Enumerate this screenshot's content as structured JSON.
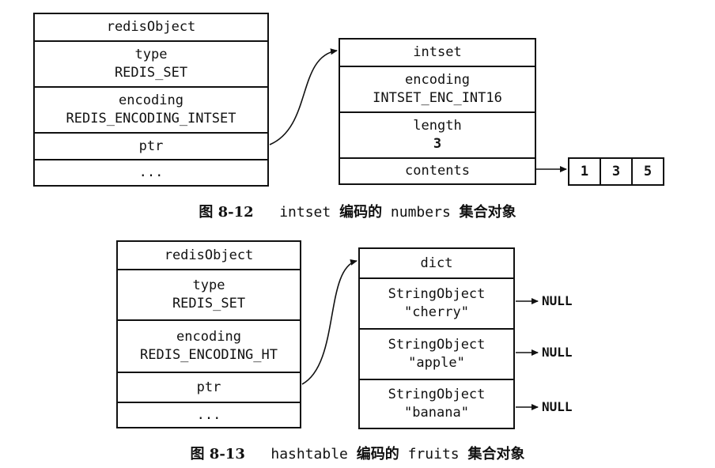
{
  "figure1": {
    "redis_object": {
      "header": "redisObject",
      "type_label": "type",
      "type_value": "REDIS_SET",
      "encoding_label": "encoding",
      "encoding_value": "REDIS_ENCODING_INTSET",
      "ptr": "ptr",
      "more": "..."
    },
    "intset": {
      "header": "intset",
      "encoding_label": "encoding",
      "encoding_value": "INTSET_ENC_INT16",
      "length_label": "length",
      "length_value": "3",
      "contents": "contents"
    },
    "contents_values": [
      "1",
      "3",
      "5"
    ],
    "caption": {
      "number": "图 8-12",
      "code": "intset",
      "mid": "编码的",
      "name": "numbers",
      "tail": "集合对象"
    }
  },
  "figure2": {
    "redis_object": {
      "header": "redisObject",
      "type_label": "type",
      "type_value": "REDIS_SET",
      "encoding_label": "encoding",
      "encoding_value": "REDIS_ENCODING_HT",
      "ptr": "ptr",
      "more": "..."
    },
    "dict": {
      "header": "dict",
      "entries": [
        {
          "label": "StringObject",
          "value": "\"cherry\"",
          "points_to": "NULL"
        },
        {
          "label": "StringObject",
          "value": "\"apple\"",
          "points_to": "NULL"
        },
        {
          "label": "StringObject",
          "value": "\"banana\"",
          "points_to": "NULL"
        }
      ]
    },
    "caption": {
      "number": "图 8-13",
      "code": "hashtable",
      "mid": "编码的",
      "name": "fruits",
      "tail": "集合对象"
    }
  }
}
